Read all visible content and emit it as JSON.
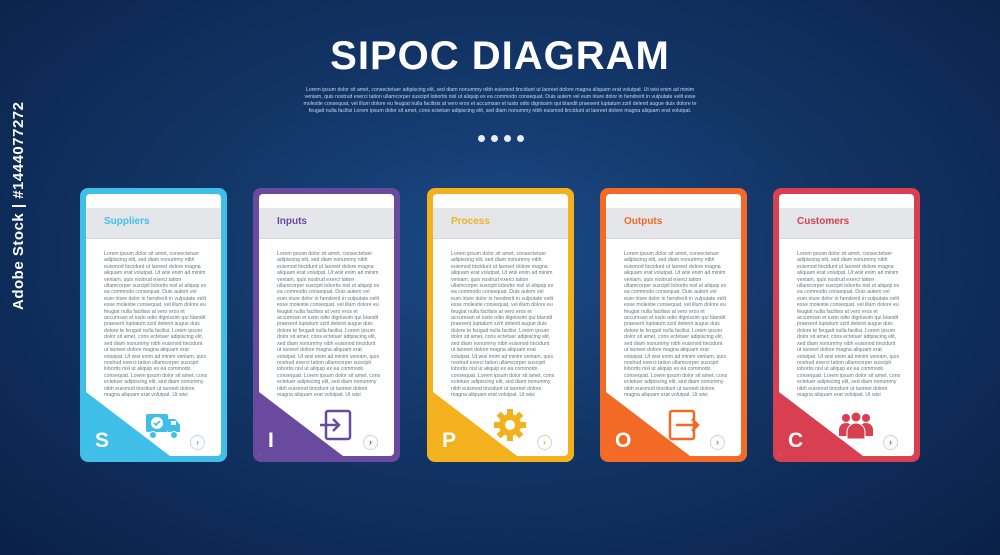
{
  "title": "SIPOC DIAGRAM",
  "subtitle": "Lorem ipsum dolor sit amet, consectetuer adipiscing elit, sed diam nonummy nibh euismod tincidunt ut laoreet dolore magna aliquam erat volutpat. Ut wisi enim ad minim veniam, quis nostrud exerci tation ullamcorper suscipit lobortis nisl ut aliquip ex ea commodo consequat. Duis autem vel eum iriure dolor in hendrerit in vulputate velit esse molestie consequat, vel illum dolore eu feugiat nulla facilisis at vero eros et accumsan et iusto odio dignissim qui blandit praesent luptatum zzril delenit augue duis dolore te feugait nulla facilisi Lorem ipsum dolor sit amet, cons ectetuer adipiscing elit, sed diam nonummy nibh euismod tincidunt ut laoreet dolore magna aliquam erat volutpat.",
  "watermark": "Adobe Stock | #1444077272",
  "body_text": "Lorem ipsum dolor sit amet, consectetuer adipiscing elit, sed diam nonummy nibh euismod tincidunt ut laoreet dolore magna aliquam erat volutpat. Ut wisi enim ad minim veniam, quis nostrud exerci tation ullamcorper suscipit lobortis nisl ut aliquip ex ea commodo consequat. Duis autem vel eum iriure dolor in hendrerit in vulputate velit esse molestie consequat, vel illum dolore eu feugiat nulla facilisis at vero eros et accumsan et iusto odio dignissim qui blandit praesent luptatum zzril delenit augue duis dolore te feugait nulla facilisi. Lorem ipsum dolor sit amet, cons ectetuer adipiscing elit, sed diam nonummy nibh euismod tincidunt ut laoreet dolore magna aliquam erat volutpat. Ut wisi enim ad minim veniam, quis nostrud exerci tation ullamcorper suscipit lobortis nisl ut aliquip ex ea commodo consequat. Lorem ipsum dolor sit amet, cons ectetuer adipiscing elit, sed diam nonummy nibh euismod tincidunt ut laoreet dolore magna aliquam erat volutpat. Ut wisi",
  "cards": [
    {
      "title": "Suppliers",
      "letter": "S",
      "color": "#3fbfe8",
      "icon": "delivery-truck-icon",
      "arrow": "›"
    },
    {
      "title": "Inputs",
      "letter": "I",
      "color": "#6a4a9e",
      "icon": "sign-in-icon",
      "arrow": "›"
    },
    {
      "title": "Process",
      "letter": "P",
      "color": "#f3b21d",
      "icon": "gear-icon",
      "arrow": "›"
    },
    {
      "title": "Outputs",
      "letter": "O",
      "color": "#f26a25",
      "icon": "sign-out-icon",
      "arrow": "›"
    },
    {
      "title": "Customers",
      "letter": "C",
      "color": "#d83f50",
      "icon": "users-group-icon",
      "arrow": "›"
    }
  ]
}
